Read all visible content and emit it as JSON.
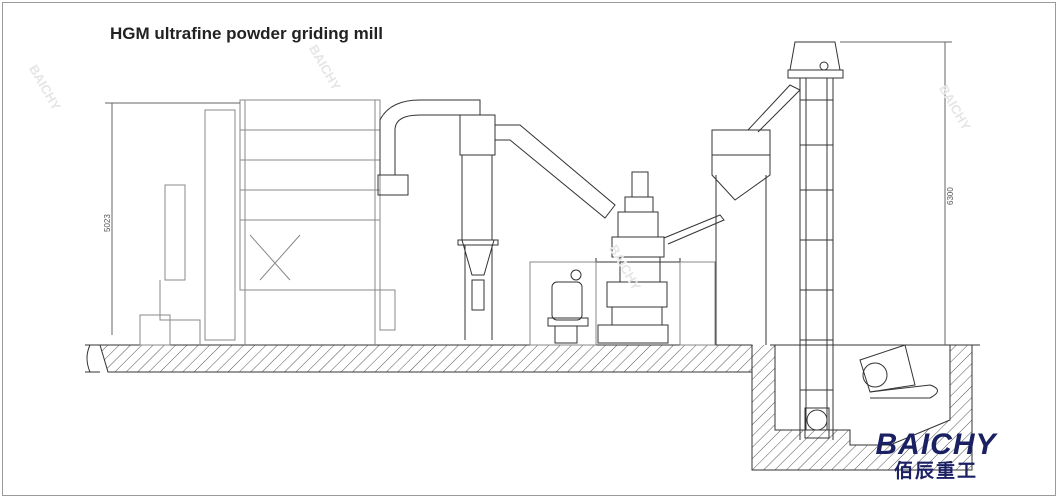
{
  "title": "HGM ultrafine powder griding mill",
  "dimensions": {
    "left_height": "5023",
    "elevator_height": "6300"
  },
  "logo": {
    "english": "BAICHY",
    "chinese": "佰辰重工"
  },
  "colors": {
    "line": "#333333",
    "logo": "#1b2063",
    "logo_accent": "#e8521a"
  }
}
